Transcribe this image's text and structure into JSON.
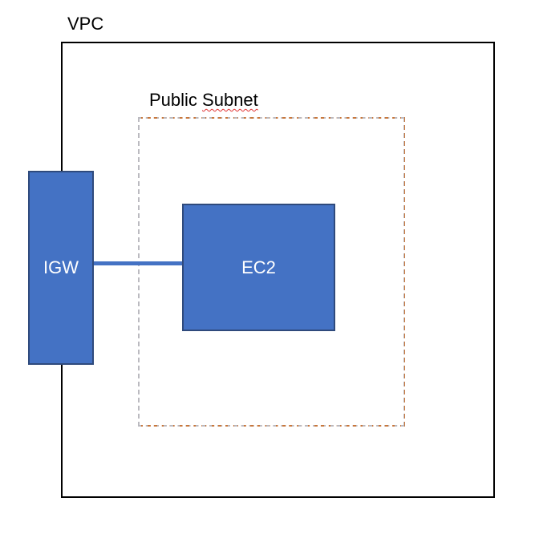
{
  "diagram": {
    "type": "aws-network-architecture",
    "background_color": "#ffffff",
    "containers": [
      {
        "id": "vpc",
        "label": "VPC",
        "border_color": "#000000",
        "border_style": "solid",
        "fill": "none"
      },
      {
        "id": "public-subnet",
        "label_prefix": "Public ",
        "label_misspelled_word": "Subnet",
        "label_full": "Public Subnet",
        "border_color": "#c8773c",
        "border_style": "dashed",
        "fill": "none",
        "spellcheck_underline_color": "#e03030"
      }
    ],
    "nodes": [
      {
        "id": "igw",
        "label": "IGW",
        "fill_color": "#4472c4",
        "border_color": "#2f4a7c",
        "text_color": "#ffffff"
      },
      {
        "id": "ec2",
        "label": "EC2",
        "fill_color": "#4472c4",
        "border_color": "#2f4a7c",
        "text_color": "#ffffff"
      }
    ],
    "connectors": [
      {
        "id": "igw-to-ec2",
        "from": "igw",
        "to": "ec2",
        "color": "#4472c4",
        "style": "solid"
      }
    ]
  }
}
